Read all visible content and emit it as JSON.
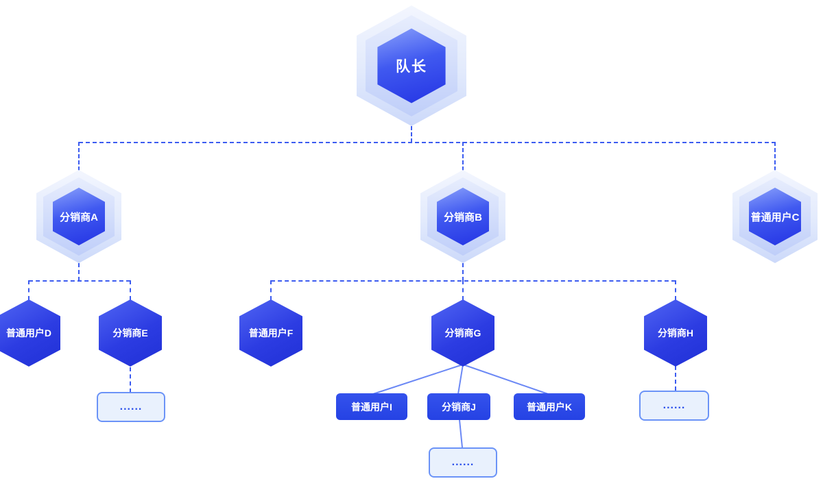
{
  "nodes": {
    "captain": {
      "label": "队长"
    },
    "distributor_a": {
      "label": "分销商A"
    },
    "distributor_b": {
      "label": "分销商B"
    },
    "user_c": {
      "label": "普通用户C"
    },
    "user_d": {
      "label": "普通用户D"
    },
    "distributor_e": {
      "label": "分销商E"
    },
    "user_f": {
      "label": "普通用户F"
    },
    "distributor_g": {
      "label": "分销商G"
    },
    "distributor_h": {
      "label": "分销商H"
    },
    "user_i": {
      "label": "普通用户I"
    },
    "distributor_j": {
      "label": "分销商J"
    },
    "user_k": {
      "label": "普通用户K"
    },
    "ellipsis_e": {
      "label": "......"
    },
    "ellipsis_h": {
      "label": "......"
    },
    "ellipsis_j": {
      "label": "......"
    }
  },
  "edges": [
    [
      "captain",
      "distributor_a"
    ],
    [
      "captain",
      "distributor_b"
    ],
    [
      "captain",
      "user_c"
    ],
    [
      "distributor_a",
      "user_d"
    ],
    [
      "distributor_a",
      "distributor_e"
    ],
    [
      "distributor_e",
      "ellipsis_e"
    ],
    [
      "distributor_b",
      "user_f"
    ],
    [
      "distributor_b",
      "distributor_g"
    ],
    [
      "distributor_b",
      "distributor_h"
    ],
    [
      "distributor_g",
      "user_i"
    ],
    [
      "distributor_g",
      "distributor_j"
    ],
    [
      "distributor_g",
      "user_k"
    ],
    [
      "distributor_j",
      "ellipsis_j"
    ],
    [
      "distributor_h",
      "ellipsis_h"
    ]
  ],
  "colors": {
    "node_blue": "#2a3ce2",
    "node_light_fill": "#e9f1fd",
    "connector_blue": "#3b5bf0",
    "text_on_node": "#ffffff",
    "ellipsis_text": "#2b50ea"
  }
}
